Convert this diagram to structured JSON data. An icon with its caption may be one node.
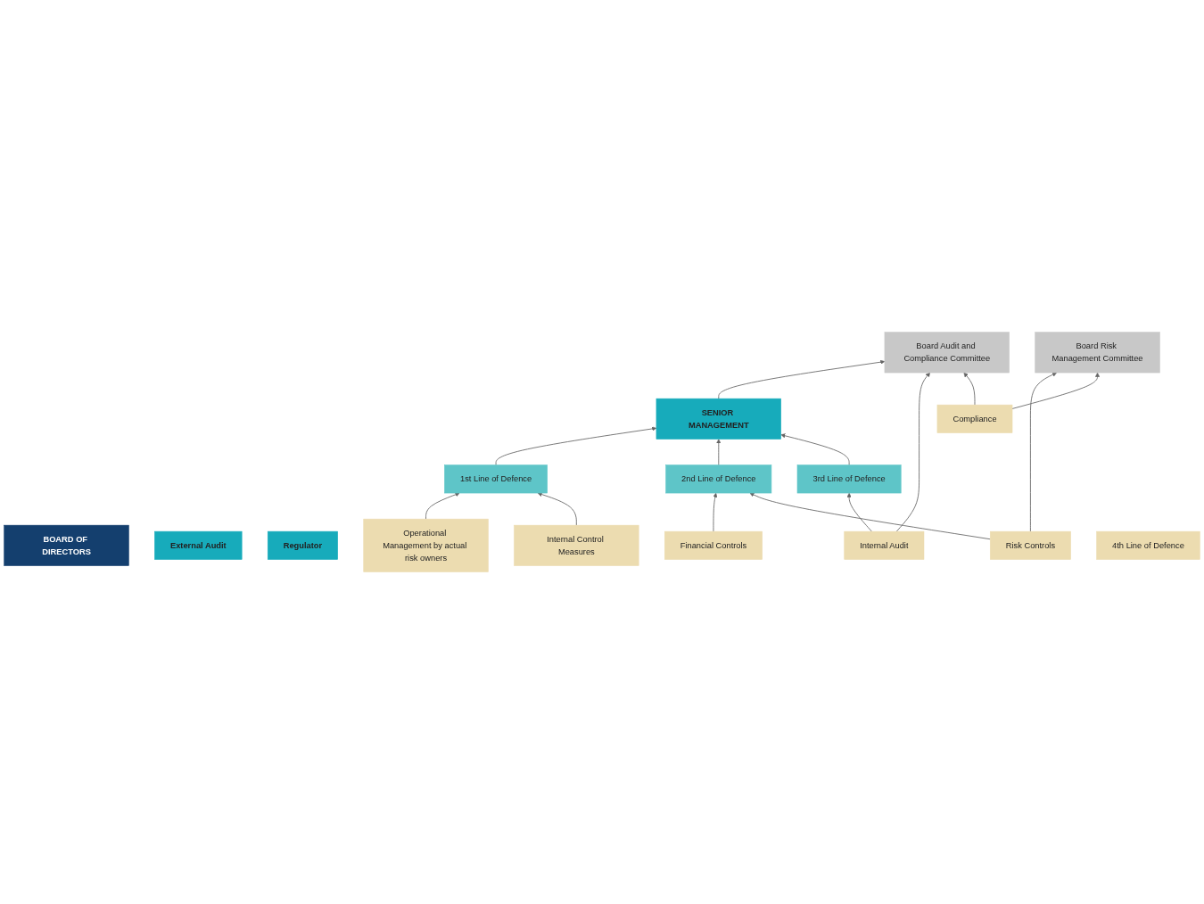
{
  "diagram": {
    "nodes": [
      {
        "text": [
          "BOARD OF DIRECTORS"
        ]
      },
      {
        "text": [
          "Board Audit and Compliance Committee"
        ]
      },
      {
        "text": [
          "Board Risk Management Committee"
        ]
      },
      {
        "text": [
          "SENIOR MANAGEMENT"
        ]
      },
      {
        "text": [
          "External Audit"
        ]
      },
      {
        "text": [
          "Regulator"
        ]
      },
      {
        "text": [
          "1st Line of Defence"
        ]
      },
      {
        "text": [
          "2nd Line of Defence"
        ]
      },
      {
        "text": [
          "3rd Line of Defence"
        ]
      },
      {
        "text": [
          "Operational Management by actual risk owners"
        ]
      },
      {
        "text": [
          "Financial Controls"
        ]
      },
      {
        "text": [
          "Internal Audit"
        ]
      },
      {
        "text": [
          "Internal Control Measures"
        ]
      },
      {
        "text": [
          "Risk Controls"
        ]
      },
      {
        "text": [
          "Compliance"
        ]
      },
      {
        "text": [
          "4th Line of Defence"
        ]
      }
    ],
    "edges": [
      {
        "from": 3,
        "to": 1,
        "arrow": "to"
      },
      {
        "from": 6,
        "to": 3,
        "arrow": "to"
      },
      {
        "from": 7,
        "to": 3,
        "arrow": "to"
      },
      {
        "from": 8,
        "to": 3,
        "arrow": "to"
      },
      {
        "from": 9,
        "to": 6,
        "arrow": "to"
      },
      {
        "from": 12,
        "to": 6,
        "arrow": "to"
      },
      {
        "from": 10,
        "to": 7,
        "arrow": "to"
      },
      {
        "from": 13,
        "to": 7,
        "arrow": "to"
      },
      {
        "from": 11,
        "to": 8,
        "arrow": "to"
      },
      {
        "from": 11,
        "to": 1,
        "arrow": "to"
      },
      {
        "from": 14,
        "to": 1,
        "arrow": "to"
      },
      {
        "from": 13,
        "to": 2,
        "arrow": "to"
      },
      {
        "from": 14,
        "to": 2,
        "arrow": "to"
      }
    ]
  }
}
